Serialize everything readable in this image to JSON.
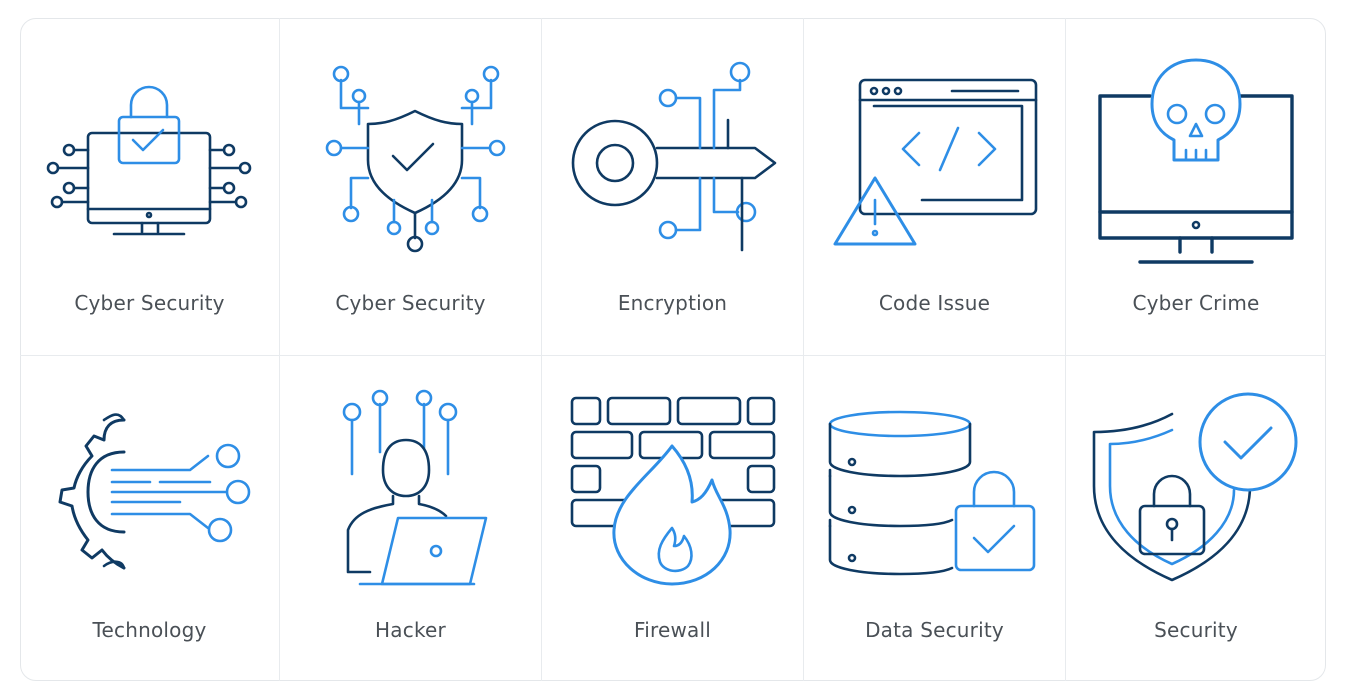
{
  "colors": {
    "dark_stroke": "#0f3a63",
    "accent_stroke": "#2e8ee6",
    "label_text": "#4a5056",
    "divider": "#e8ebee"
  },
  "icons": [
    {
      "label": "Cyber Security",
      "icon": "monitor-lock-circuit-icon"
    },
    {
      "label": "Cyber Security",
      "icon": "shield-check-circuit-icon"
    },
    {
      "label": "Encryption",
      "icon": "key-circuit-icon"
    },
    {
      "label": "Code Issue",
      "icon": "browser-code-warning-icon"
    },
    {
      "label": "Cyber Crime",
      "icon": "monitor-skull-icon"
    },
    {
      "label": "Technology",
      "icon": "gear-circuit-icon"
    },
    {
      "label": "Hacker",
      "icon": "hacker-laptop-icon"
    },
    {
      "label": "Firewall",
      "icon": "brick-wall-fire-icon"
    },
    {
      "label": "Data Security",
      "icon": "database-lock-icon"
    },
    {
      "label": "Security",
      "icon": "shield-lock-check-icon"
    }
  ]
}
